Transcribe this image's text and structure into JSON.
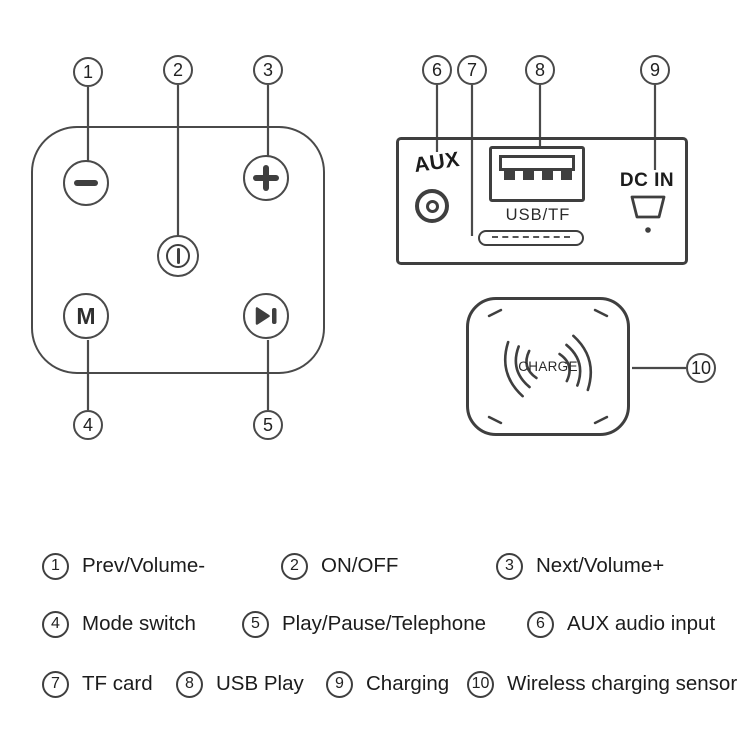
{
  "colors": {
    "line": "#3f3f3f",
    "text": "#1c1c1c",
    "background": "#ffffff"
  },
  "callouts": {
    "c1": "1",
    "c2": "2",
    "c3": "3",
    "c4": "4",
    "c5": "5",
    "c6": "6",
    "c7": "7",
    "c8": "8",
    "c9": "9",
    "c10": "10"
  },
  "speaker": {
    "mode_button_label": "M"
  },
  "ports_panel": {
    "aux_label": "AUX",
    "usb_tf_label": "USB/TF",
    "dc_in_label": "DC IN"
  },
  "charge_pad": {
    "label": "CHARGE"
  },
  "icons": {
    "volume_down": "minus-icon",
    "volume_up": "plus-icon",
    "power": "power-standby-icon",
    "play_pause": "play-pause-icon",
    "aux_jack": "round-jack-icon",
    "usb_port": "usb-a-port-icon",
    "tf_slot": "card-slot-icon",
    "micro_usb": "micro-usb-icon",
    "charge_waves": "signal-waves-icon",
    "charging_indicator": "dot-icon"
  },
  "legend": [
    {
      "num": "1",
      "label": "Prev/Volume-"
    },
    {
      "num": "2",
      "label": "ON/OFF"
    },
    {
      "num": "3",
      "label": "Next/Volume+"
    },
    {
      "num": "4",
      "label": "Mode switch"
    },
    {
      "num": "5",
      "label": "Play/Pause/Telephone"
    },
    {
      "num": "6",
      "label": "AUX audio input"
    },
    {
      "num": "7",
      "label": "TF card"
    },
    {
      "num": "8",
      "label": "USB Play"
    },
    {
      "num": "9",
      "label": "Charging"
    },
    {
      "num": "10",
      "label": "Wireless charging sensor"
    }
  ]
}
